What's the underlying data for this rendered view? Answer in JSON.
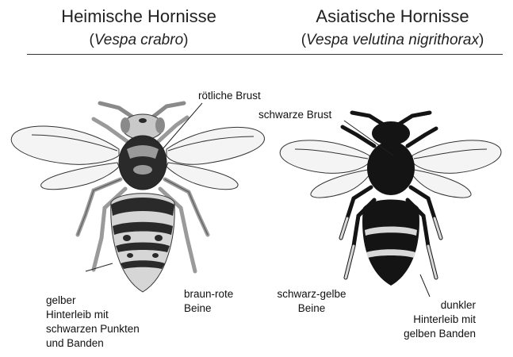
{
  "left": {
    "title": "Heimische Hornisse",
    "species": "Vespa crabro",
    "labels": {
      "thorax": "rötliche Brust",
      "abdomen_line1": "gelber",
      "abdomen_line2": "Hinterleib mit",
      "abdomen_line3": "schwarzen Punkten",
      "abdomen_line4": "und Banden",
      "legs_line1": "braun-rote",
      "legs_line2": "Beine"
    }
  },
  "right": {
    "title": "Asiatische Hornisse",
    "species": "Vespa velutina nigrithorax",
    "labels": {
      "thorax": "schwarze Brust",
      "legs_line1": "schwarz-gelbe",
      "legs_line2": "Beine",
      "abdomen_line1": "dunkler",
      "abdomen_line2": "Hinterleib mit",
      "abdomen_line3": "gelben Banden"
    }
  },
  "colors": {
    "background": "#ffffff",
    "text": "#111111",
    "wing_fill": "#f4f4f4",
    "left_body_dark": "#2a2a2a",
    "left_body_mid": "#9a9a9a",
    "left_body_light": "#c9c9c9",
    "right_body_dark": "#141414",
    "right_body_light": "#d8d8d8"
  }
}
